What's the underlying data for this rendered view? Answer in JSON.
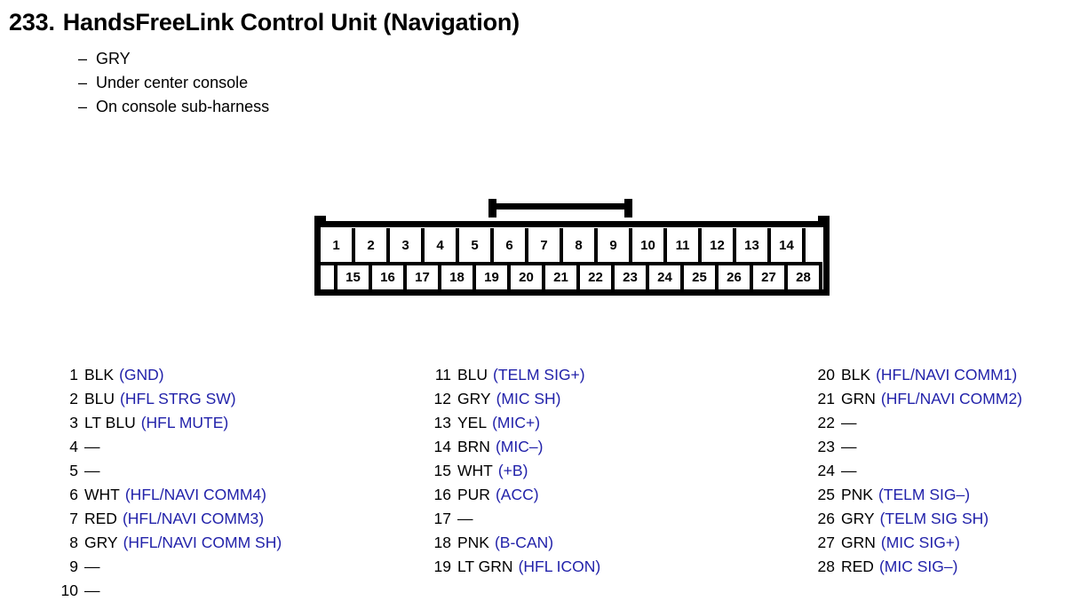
{
  "title": {
    "number": "233.",
    "name": "HandsFreeLink Control Unit (Navigation)"
  },
  "bullets": [
    {
      "dash": "–",
      "text": "GRY"
    },
    {
      "dash": "–",
      "text": "Under center console"
    },
    {
      "dash": "–",
      "text": "On console sub-harness"
    }
  ],
  "connector": {
    "top_row": [
      "1",
      "2",
      "3",
      "4",
      "5",
      "6",
      "7",
      "8",
      "9",
      "10",
      "11",
      "12",
      "13",
      "14"
    ],
    "bottom_row": [
      "15",
      "16",
      "17",
      "18",
      "19",
      "20",
      "21",
      "22",
      "23",
      "24",
      "25",
      "26",
      "27",
      "28"
    ],
    "latch_spans_pins": "6-9"
  },
  "colors": {
    "signal_blue": "#2222aa",
    "text_black": "#000000",
    "background": "#ffffff"
  },
  "pins": {
    "column_1": [
      {
        "no": "1",
        "color": "BLK",
        "signal": "(GND)"
      },
      {
        "no": "2",
        "color": "BLU",
        "signal": "(HFL STRG SW)"
      },
      {
        "no": "3",
        "color": "LT BLU",
        "signal": "(HFL MUTE)"
      },
      {
        "no": "4",
        "color": "—",
        "signal": ""
      },
      {
        "no": "5",
        "color": "—",
        "signal": ""
      },
      {
        "no": "6",
        "color": "WHT",
        "signal": "(HFL/NAVI COMM4)"
      },
      {
        "no": "7",
        "color": "RED",
        "signal": "(HFL/NAVI COMM3)"
      },
      {
        "no": "8",
        "color": "GRY",
        "signal": "(HFL/NAVI COMM SH)"
      },
      {
        "no": "9",
        "color": "—",
        "signal": ""
      },
      {
        "no": "10",
        "color": "—",
        "signal": ""
      }
    ],
    "column_2": [
      {
        "no": "11",
        "color": "BLU",
        "signal": "(TELM SIG+)"
      },
      {
        "no": "12",
        "color": "GRY",
        "signal": "(MIC SH)"
      },
      {
        "no": "13",
        "color": "YEL",
        "signal": "(MIC+)"
      },
      {
        "no": "14",
        "color": "BRN",
        "signal": "(MIC–)"
      },
      {
        "no": "15",
        "color": "WHT",
        "signal": "(+B)"
      },
      {
        "no": "16",
        "color": "PUR",
        "signal": "(ACC)"
      },
      {
        "no": "17",
        "color": "—",
        "signal": ""
      },
      {
        "no": "18",
        "color": "PNK",
        "signal": "(B-CAN)"
      },
      {
        "no": "19",
        "color": "LT GRN",
        "signal": "(HFL ICON)"
      }
    ],
    "column_3": [
      {
        "no": "20",
        "color": "BLK",
        "signal": "(HFL/NAVI COMM1)"
      },
      {
        "no": "21",
        "color": "GRN",
        "signal": "(HFL/NAVI COMM2)"
      },
      {
        "no": "22",
        "color": "—",
        "signal": ""
      },
      {
        "no": "23",
        "color": "—",
        "signal": ""
      },
      {
        "no": "24",
        "color": "—",
        "signal": ""
      },
      {
        "no": "25",
        "color": "PNK",
        "signal": "(TELM SIG–)"
      },
      {
        "no": "26",
        "color": "GRY",
        "signal": "(TELM SIG SH)"
      },
      {
        "no": "27",
        "color": "GRN",
        "signal": "(MIC SIG+)"
      },
      {
        "no": "28",
        "color": "RED",
        "signal": "(MIC SIG–)"
      }
    ]
  }
}
